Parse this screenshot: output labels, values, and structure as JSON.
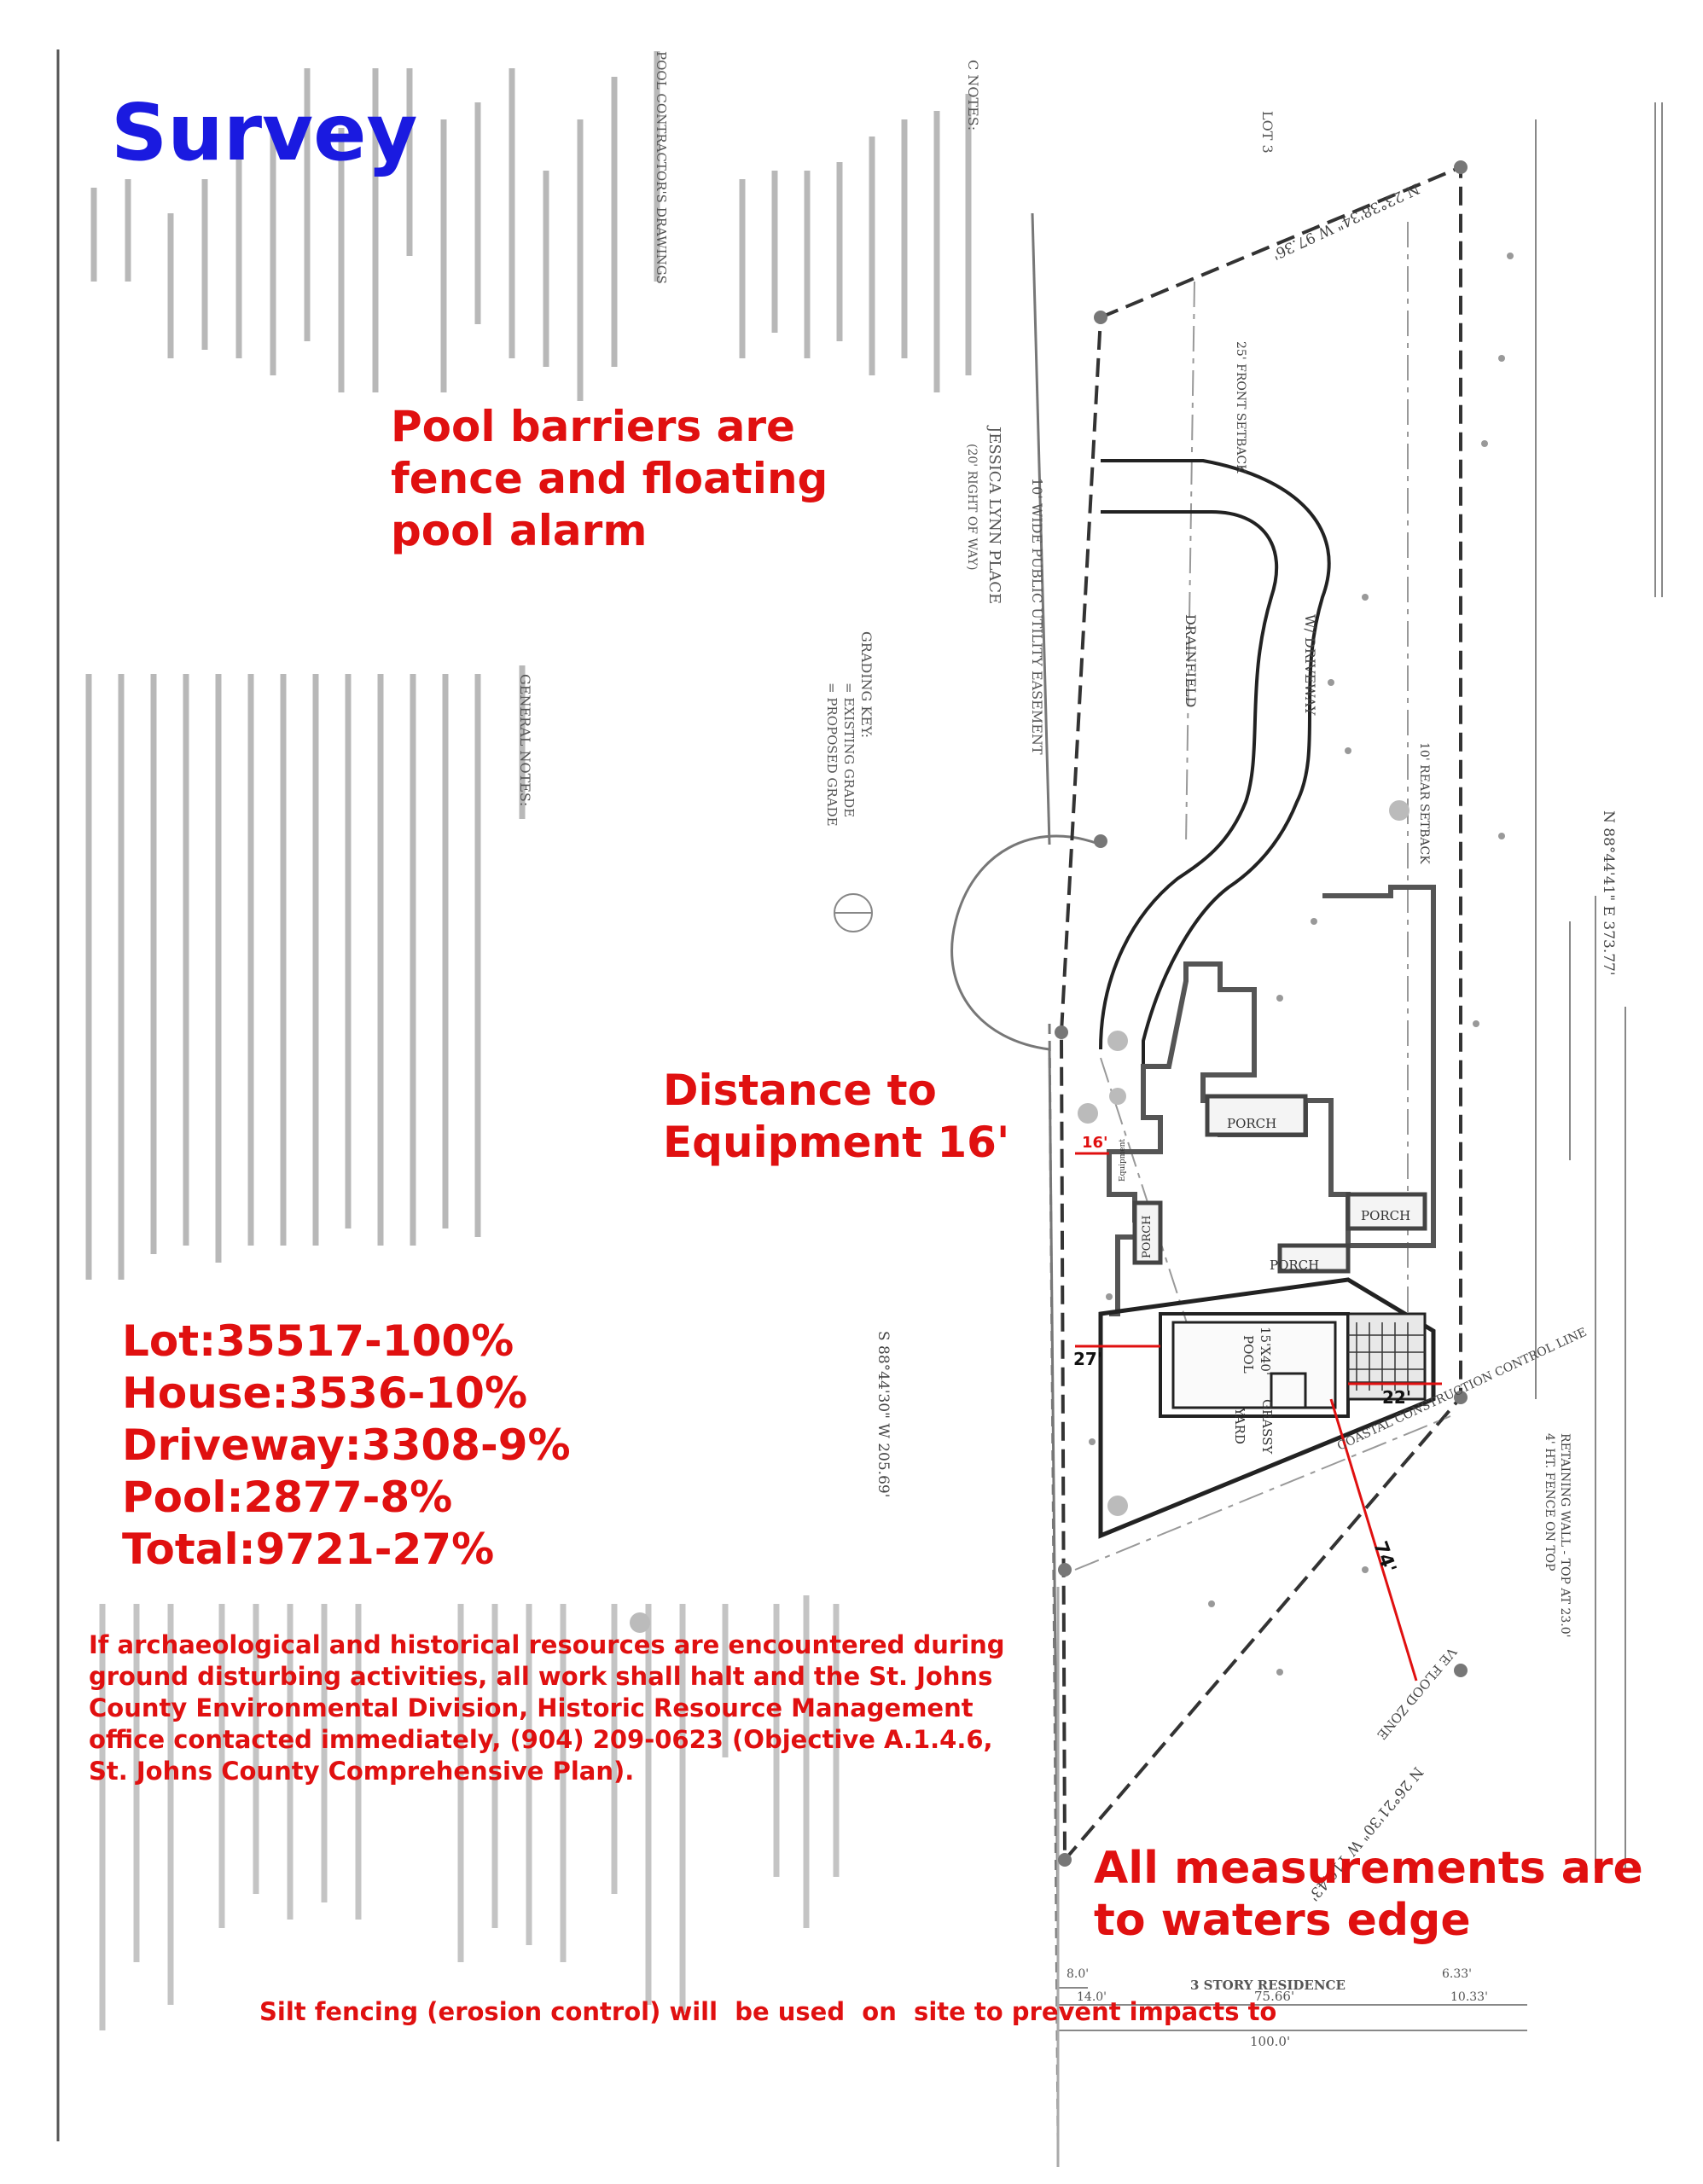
{
  "annotations": {
    "title": "Survey",
    "pool_barriers": [
      "Pool barriers are",
      "fence and floating",
      "pool alarm"
    ],
    "distance_equipment": [
      "Distance to",
      "Equipment 16'"
    ],
    "coverage": [
      "Lot:35517-100%",
      "House:3536-10%",
      "Driveway:3308-9%",
      "Pool:2877-8%",
      "Total:9721-27%"
    ],
    "archaeological": [
      "If archaeological and historical resources are encountered during",
      "ground disturbing activities, all work shall halt and the St. Johns",
      "County Environmental Division, Historic Resource Management",
      "office contacted immediately, (904) 209-0623 (Objective A.1.4.6,",
      "St. Johns County Comprehensive Plan)."
    ],
    "measurements": [
      "All measurements are",
      "to waters edge"
    ],
    "silt_fencing": "Silt fencing (erosion control) will  be used  on  site to prevent impacts to"
  },
  "plan_labels": {
    "porch_upper": "PORCH",
    "porch_right": "PORCH",
    "porch_mid": "PORCH",
    "porch_left": "PORCH",
    "pool": "POOL",
    "pool_size": "15'X40'",
    "yard": "YARD",
    "grassy": "GRASSY",
    "equipment": "Equipment",
    "dim_16": "16'",
    "dim_27": "27'",
    "dim_22": "22'",
    "dim_74": "74'",
    "bottom_residence": "3 STORY RESIDENCE",
    "bottom_width": "100.0'",
    "bottom_75": "75.66'",
    "bottom_8": "8.0'",
    "bottom_14": "14.0'",
    "bottom_633": "6.33'",
    "bottom_1033": "10.33'",
    "street": "JESSICA LYNN PLACE",
    "row": "(20' RIGHT OF WAY)",
    "easement": "10' WIDE PUBLIC UTILITY EASEMENT",
    "drainfield": "DRAINFIELD",
    "driveway": "W/ DRIVEWAY",
    "lot": "LOT 3",
    "front_setback": "25' FRONT SETBACK",
    "rear_setback": "10' REAR SETBACK",
    "bearing_east": "N 88°44'41\" E  373.77'",
    "bearing_top": "N 23°38'34\" W 97.36'",
    "bearing_bottom": "N 26°21'30\" W 110.43'",
    "bearing_south": "S 88°44'30\" W 205.69'",
    "ccc_line": "COASTAL CONSTRUCTION CONTROL LINE",
    "retaining": "RETAINING WALL - TOP AT 23.0'",
    "fence4": "4' HT. FENCE ON TOP",
    "flood_zone": "VE FLOOD ZONE",
    "grading_key": "GRADING KEY:",
    "existing_grade": "= EXISTING GRADE",
    "proposed_grade": "= PROPOSED GRADE",
    "general_notes": "GENERAL NOTES:",
    "cnotes": "C NOTES:",
    "pool_contractor": "POOL CONTRACTOR'S DRAWINGS"
  }
}
